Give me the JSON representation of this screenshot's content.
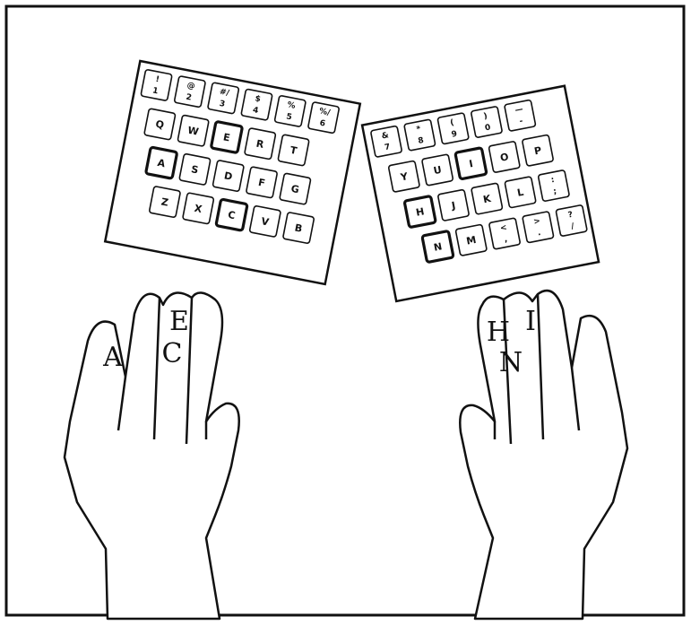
{
  "left_keyboard": {
    "rows": [
      [
        {
          "top": "!",
          "bottom": "1"
        },
        {
          "top": "@",
          "bottom": "2"
        },
        {
          "top": "#/",
          "bottom": "3"
        },
        {
          "top": "$",
          "bottom": "4"
        },
        {
          "top": "%",
          "bottom": "5"
        },
        {
          "top": "%/",
          "bottom": "6"
        }
      ],
      [
        {
          "label": "Q"
        },
        {
          "label": "W"
        },
        {
          "label": "E",
          "highlight": true
        },
        {
          "label": "R"
        },
        {
          "label": "T"
        }
      ],
      [
        {
          "label": "A",
          "highlight": true
        },
        {
          "label": "S"
        },
        {
          "label": "D"
        },
        {
          "label": "F"
        },
        {
          "label": "G"
        }
      ],
      [
        {
          "label": "Z"
        },
        {
          "label": "X"
        },
        {
          "label": "C",
          "highlight": true
        },
        {
          "label": "V"
        },
        {
          "label": "B"
        }
      ]
    ]
  },
  "right_keyboard": {
    "rows": [
      [
        {
          "top": "&",
          "bottom": "7"
        },
        {
          "top": "*",
          "bottom": "8"
        },
        {
          "top": "(",
          "bottom": "9"
        },
        {
          "top": ")",
          "bottom": "0"
        },
        {
          "top": "—",
          "bottom": "-"
        }
      ],
      [
        {
          "label": "Y"
        },
        {
          "label": "U"
        },
        {
          "label": "I",
          "highlight": true
        },
        {
          "label": "O"
        },
        {
          "label": "P"
        }
      ],
      [
        {
          "label": "H",
          "highlight": true
        },
        {
          "label": "J"
        },
        {
          "label": "K"
        },
        {
          "label": "L"
        },
        {
          "top": ":",
          "bottom": ";"
        }
      ],
      [
        {
          "label": "N",
          "highlight": true
        },
        {
          "label": "M"
        },
        {
          "top": "<",
          "bottom": ","
        },
        {
          "top": ">",
          "bottom": "."
        },
        {
          "top": "?",
          "bottom": "/"
        }
      ]
    ]
  },
  "left_hand_labels": {
    "ring": "A",
    "middle_top": "E",
    "middle_bottom": "C"
  },
  "right_hand_labels": {
    "index_top": "H",
    "index_bottom": "N",
    "middle": "I"
  }
}
